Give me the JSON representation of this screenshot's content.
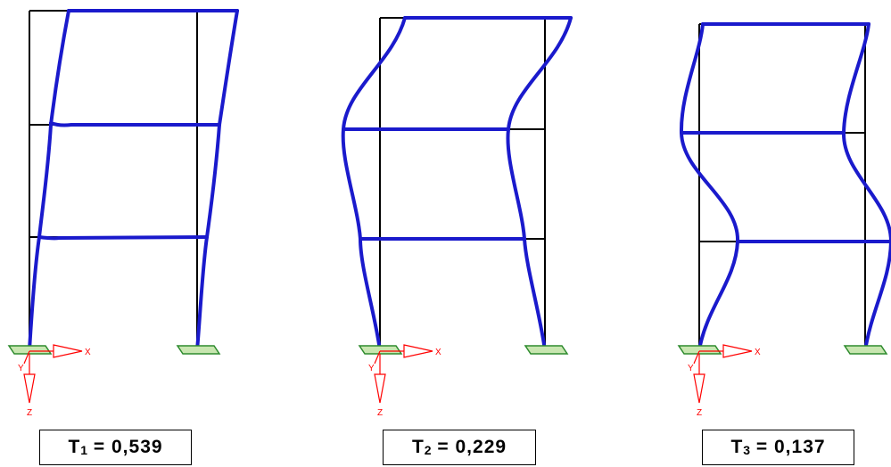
{
  "colors": {
    "frame": "#000000",
    "mode_shape": "#1a1acc",
    "support": "#2e8b2e",
    "support_fill": "#c8e6b0",
    "axes": "#ff0000",
    "background": "#ffffff"
  },
  "axis_labels": {
    "x": "X",
    "y": "Y",
    "z": "Z"
  },
  "modes": [
    {
      "symbol": "T",
      "index": "1",
      "value": "= 0,539"
    },
    {
      "symbol": "T",
      "index": "2",
      "value": "= 0,229"
    },
    {
      "symbol": "T",
      "index": "3",
      "value": "= 0,137"
    }
  ]
}
